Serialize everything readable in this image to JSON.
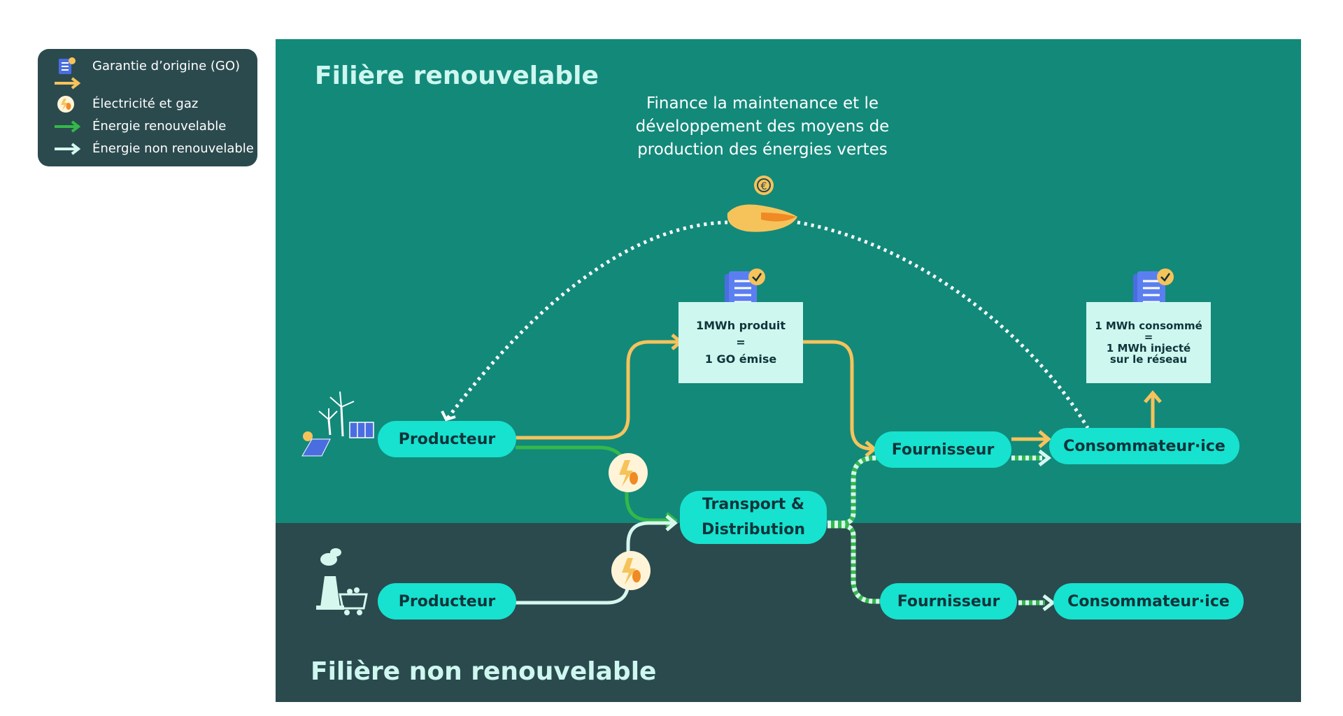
{
  "legend": {
    "items": [
      {
        "icon": "certificate-icon",
        "label": "Garantie d’origine (GO)"
      },
      {
        "icon": "yellow-arrow-icon",
        "label": ""
      },
      {
        "icon": "electricity-gas-icon",
        "label": "Électricité et gaz"
      },
      {
        "icon": "green-arrow-icon",
        "label": "Énergie renouvelable"
      },
      {
        "icon": "white-arrow-icon",
        "label": "Énergie non renouvelable"
      }
    ]
  },
  "sections": {
    "renewable_title": "Filière renouvelable",
    "nonrenewable_title": "Filière non renouvelable"
  },
  "finance_note": "Finance la maintenance et le développement des moyens de production des énergies vertes",
  "nodes": {
    "producer_renewable": "Producteur",
    "producer_nonrenewable": "Producteur",
    "transport_line1": "Transport &",
    "transport_line2": "Distribution",
    "supplier_renewable": "Fournisseur",
    "supplier_nonrenewable": "Fournisseur",
    "consumer_renewable": "Consommateur·ice",
    "consumer_nonrenewable": "Consommateur·ice"
  },
  "boxes": {
    "go_emission": {
      "line1": "1MWh produit",
      "line2": "=",
      "line3": "1 GO émise"
    },
    "consumption": {
      "line1": "1 MWh consommé",
      "line2": "=",
      "line3": "1 MWh injecté",
      "line4": "sur le réseau"
    }
  },
  "colors": {
    "renewable_bg": "#13897a",
    "nonrenewable_bg": "#2b4a4e",
    "node": "#16e2cf",
    "box": "#cdf7ef",
    "go_arrow": "#f6c35b",
    "renewable_arrow": "#34b84a",
    "nonrenewable_arrow": "#d6f7ee",
    "title": "#cdf7ef"
  }
}
